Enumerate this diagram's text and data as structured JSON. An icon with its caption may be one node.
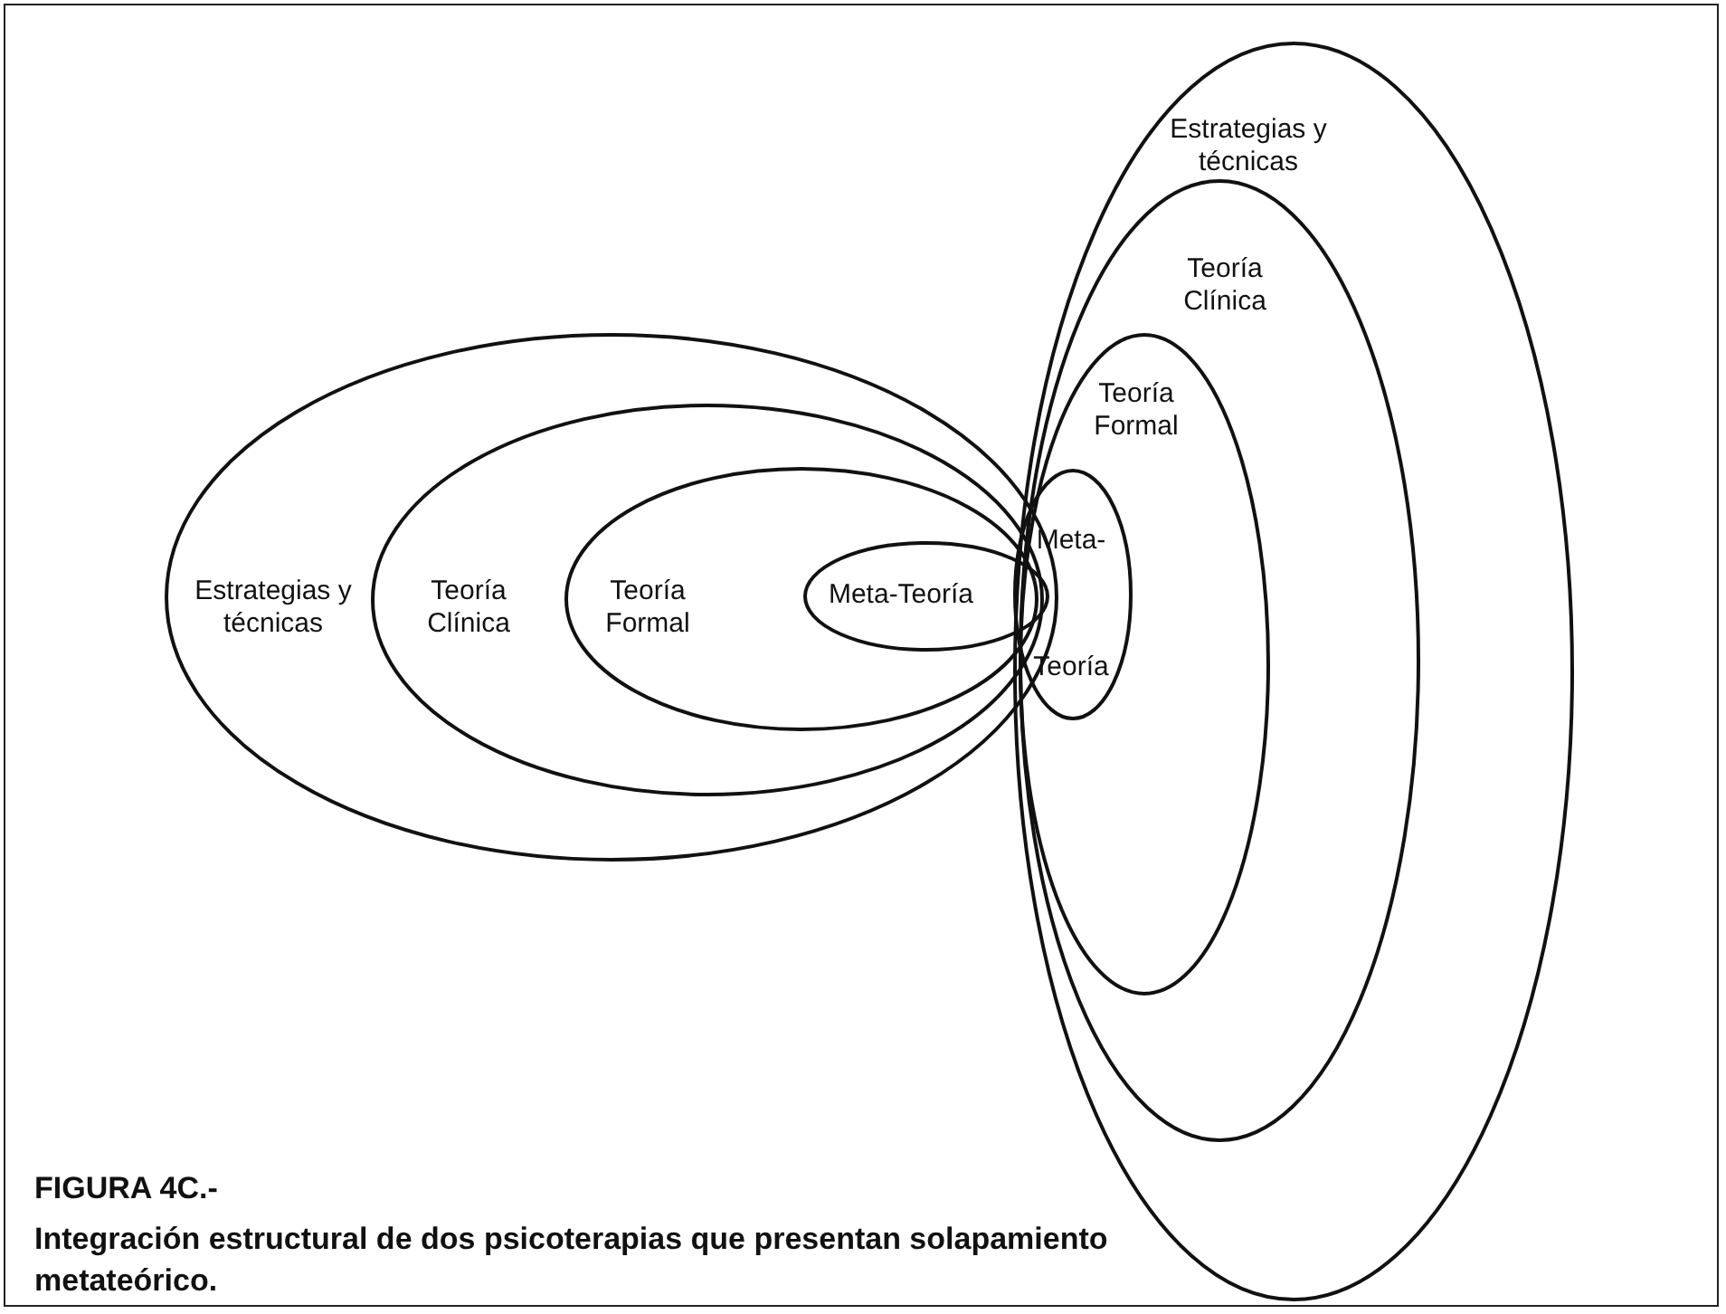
{
  "diagram": {
    "title": "FIGURA 4C.-",
    "caption": "Integración estructural de dos psicoterapias que presentan solapamiento metateórico.",
    "nodes": [
      {
        "text": [
          "Estrategias y técnicas"
        ]
      },
      {
        "text": [
          "Teoría Clínica"
        ],
        "in": 0
      },
      {
        "text": [
          "Teoría Formal"
        ],
        "in": 1
      },
      {
        "text": [
          "Meta-Teoría"
        ],
        "in": 2
      },
      {
        "text": [
          "Estrategias y técnicas"
        ]
      },
      {
        "text": [
          "Teoría Clínica"
        ],
        "in": 4
      },
      {
        "text": [
          "Teoría Formal"
        ],
        "in": 5
      },
      {
        "text": [
          "Meta-Teoría"
        ],
        "in": 6
      }
    ],
    "edges": []
  }
}
